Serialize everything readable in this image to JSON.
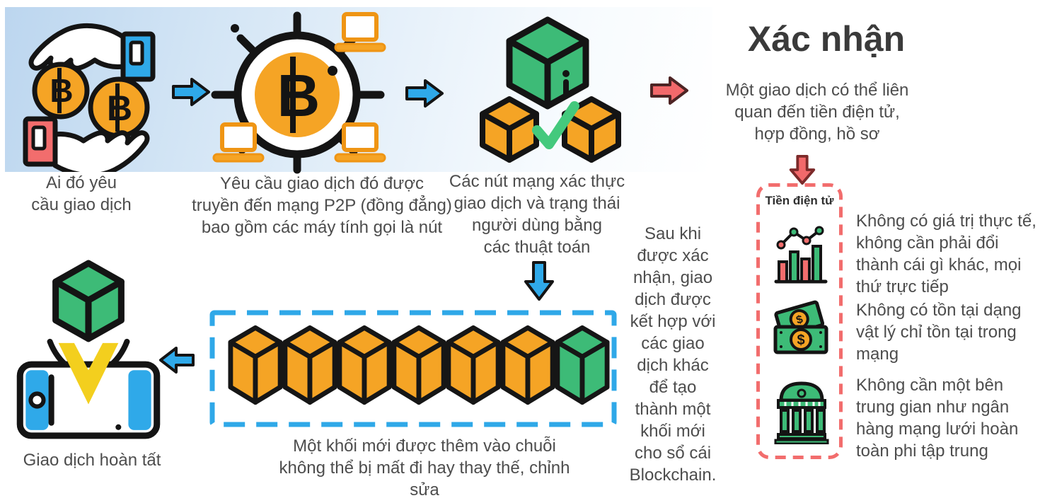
{
  "palette": {
    "orange": "#f5a425",
    "green": "#3dbb77",
    "blue": "#2fa9e9",
    "red": "#f26d6d",
    "yellow": "#f3cf1e",
    "text": "#4d4d4d",
    "title": "#3a3a3a",
    "blue_dash": "#2fa8e8",
    "red_dash": "#f26d6d"
  },
  "flow": {
    "step1": {
      "icon": "hands-exchange-bitcoin-icon",
      "caption": "Ai đó yêu\ncầu giao dịch"
    },
    "step2": {
      "icon": "bitcoin-p2p-network-icon",
      "caption": "Yêu cầu giao dịch đó được\ntruyền đến mạng P2P (đồng đẳng)\nbao gồm các máy tính gọi là nút"
    },
    "step3": {
      "icon": "blocks-validated-check-icon",
      "caption": "Các nút mạng xác thực\ngiao dịch và trạng thái\nngười dùng bằng\ncác thuật toán"
    },
    "step4": {
      "icon": "phone-receive-block-icon",
      "caption": "Giao dịch hoàn tất"
    },
    "merge_note": "Sau khi\nđược xác\nnhận, giao\ndịch được\nkết hợp với\ncác giao\ndịch khác\nđể tạo\nthành một\nkhối mới\ncho sổ cái\nBlockchain."
  },
  "chain": {
    "blocks": [
      "orange",
      "orange",
      "orange",
      "orange",
      "orange",
      "orange",
      "green"
    ],
    "caption": "Một khối mới được thêm vào chuỗi\nkhông thể bị mất đi hay thay thế, chỉnh\nsửa"
  },
  "confirmation": {
    "title": "Xác nhận",
    "subtitle": "Một giao dịch có thể liên\nquan đến tiền điện tử,\nhợp đồng, hồ sơ",
    "box_label": "Tiền điện tử",
    "items": [
      {
        "icon": "bar-chart-icon",
        "text": "Không có giá trị thực tế,\nkhông cần phải đổi\nthành cái gì khác, mọi\nthứ trực tiếp"
      },
      {
        "icon": "money-bills-icon",
        "text": "Không có tồn tại dạng\nvật lý chỉ tồn tại trong\nmạng"
      },
      {
        "icon": "bank-building-icon",
        "text": "Không cần một bên\ntrung gian như ngân\nhàng mạng lưới hoàn\ntoàn phi tập trung"
      }
    ]
  }
}
